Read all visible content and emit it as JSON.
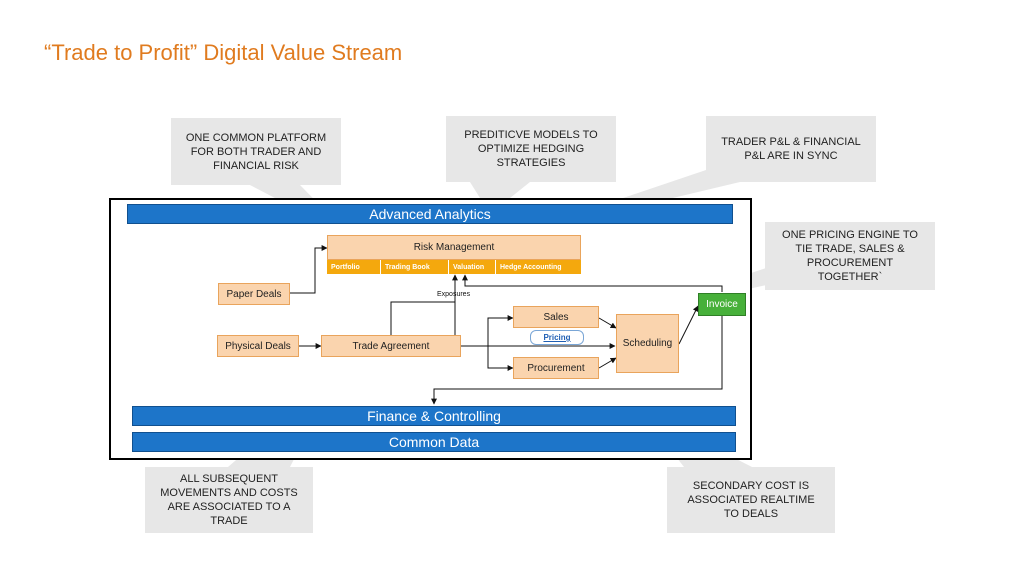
{
  "title": "“Trade to Profit” Digital Value Stream",
  "callouts": {
    "common_platform": "ONE COMMON PLATFORM\nFOR BOTH TRADER AND\nFINANCIAL RISK",
    "predictive_models": "PREDITICVE MODELS TO\nOPTIMIZE HEDGING\nSTRATEGIES",
    "pnl_sync": "TRADER P&L & FINANCIAL\nP&L ARE IN SYNC",
    "pricing_engine": "ONE PRICING ENGINE TO\nTIE TRADE, SALES &\nPROCUREMENT\nTOGETHER`",
    "subsequent_movements": "ALL SUBSEQUENT\nMOVEMENTS AND COSTS\nARE ASSOCIATED TO A\nTRADE",
    "secondary_cost": "SECONDARY COST IS\nASSOCIATED REALTIME\nTO DEALS"
  },
  "bands": {
    "advanced_analytics": "Advanced Analytics",
    "finance_controlling": "Finance & Controlling",
    "common_data": "Common Data"
  },
  "risk": {
    "label": "Risk Management",
    "strip": [
      "Portfolio",
      "Trading Book",
      "Valuation",
      "Hedge Accounting"
    ]
  },
  "nodes": {
    "paper_deals": "Paper Deals",
    "physical_deals": "Physical Deals",
    "trade_agreement": "Trade Agreement",
    "sales": "Sales",
    "pricing": "Pricing",
    "procurement": "Procurement",
    "scheduling": "Scheduling",
    "invoice": "Invoice",
    "exposures": "Exposures"
  },
  "colors": {
    "title": "#e07b1f",
    "band": "#1d75c9",
    "node_fill": "#fad4ae",
    "strip": "#f4a80d",
    "invoice": "#47b03a",
    "callout": "#e7e7e7"
  }
}
